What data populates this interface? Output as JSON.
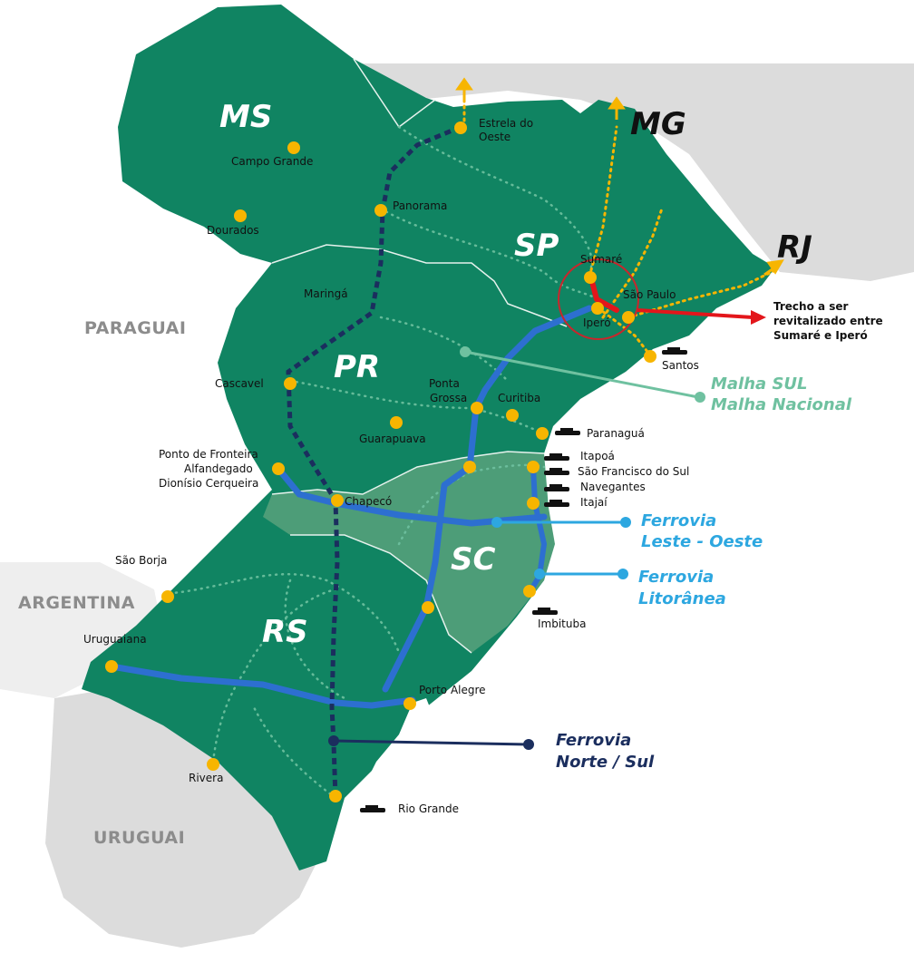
{
  "states": {
    "ms": "MS",
    "mg": "MG",
    "sp": "SP",
    "rj": "RJ",
    "pr": "PR",
    "sc": "SC",
    "rs": "RS"
  },
  "countries": {
    "paraguai": "PARAGUAI",
    "argentina": "ARGENTINA",
    "uruguai": "URUGUAI"
  },
  "cities": {
    "campo_grande": "Campo  Grande",
    "dourados": "Dourados",
    "estrela_l1": "Estrela do",
    "estrela_l2": "Oeste",
    "panorama": "Panorama",
    "sumare": "Sumaré",
    "sao_paulo": "São Paulo",
    "ipero": "Iperó",
    "santos": "Santos",
    "maringa": "Maringá",
    "cascavel": "Cascavel",
    "ponta_grossa_l1": "Ponta",
    "ponta_grossa_l2": "Grossa",
    "curitiba": "Curitiba",
    "guarapuava": "Guarapuava",
    "paranagua": "Paranaguá",
    "ponto_l1": "Ponto de Fronteira",
    "ponto_l2": "Alfandegado",
    "ponto_l3": "Dionísio Cerqueira",
    "chapeco": "Chapecó",
    "itapoa": "Itapoá",
    "sao_francisco": "São Francisco do Sul",
    "navegantes": "Navegantes",
    "itajai": "Itajaí",
    "sao_borja": "São Borja",
    "imbituba": "Imbituba",
    "uruguaiana": "Uruguaiana",
    "porto_alegre": "Porto Alegre",
    "rivera": "Rivera",
    "rio_grande": "Rio Grande"
  },
  "annotation": {
    "line1": "Trecho a ser",
    "line2": "revitalizado entre",
    "line3": "Sumaré e Iperó"
  },
  "legend": {
    "malha_sul": "Malha SUL",
    "malha_nacional": "Malha Nacional",
    "leste_oeste_l1": "Ferrovia",
    "leste_oeste_l2": "Leste - Oeste",
    "litoranea_l1": "Ferrovia",
    "litoranea_l2": "Litorânea",
    "norte_sul_l1": "Ferrovia",
    "norte_sul_l2": "Norte / Sul"
  },
  "colors": {
    "land": "#108462",
    "santa_catarina": "#4d9d78",
    "neighbor": "#dcdcdc",
    "malha_sul": "#6fc1a0",
    "leste_oeste": "#2d6fd0",
    "norte_sul": "#1b2e5e",
    "existing_line": "#f7b500",
    "revitalize": "#e3161b"
  }
}
